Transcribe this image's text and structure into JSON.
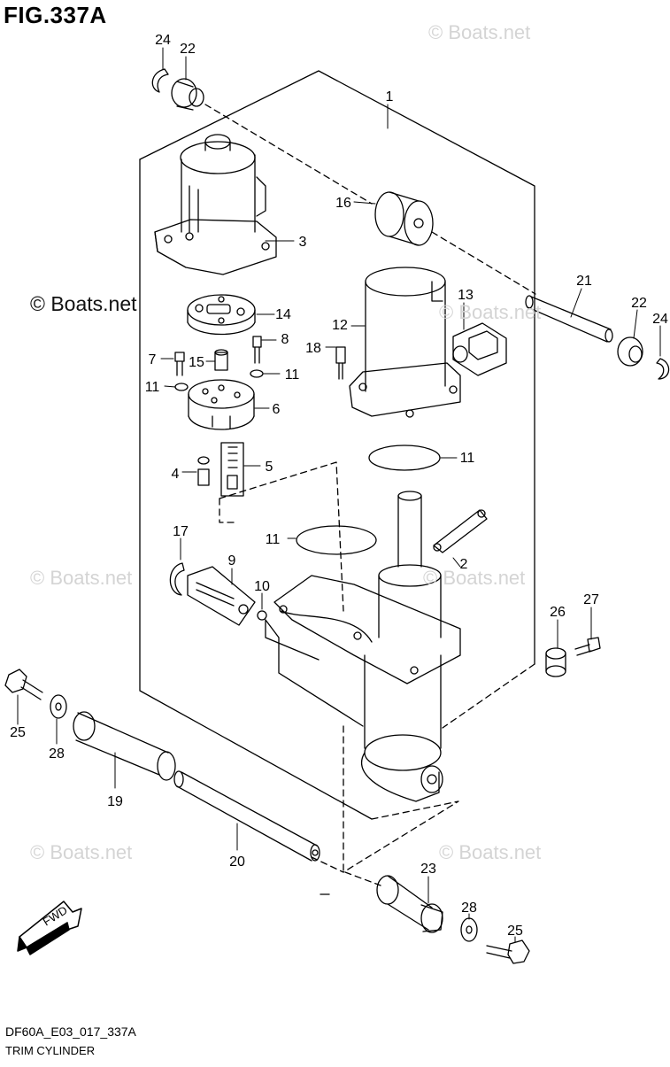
{
  "figure": {
    "title": "FIG.337A",
    "code": "DF60A_E03_017_337A",
    "caption": "TRIM CYLINDER"
  },
  "watermarks": {
    "light": "© Boats.net",
    "dark": "© Boats.net"
  },
  "fwd_arrow": {
    "label": "FWD",
    "icon": "fwd-arrow-icon"
  },
  "callouts": [
    {
      "id": "c24a",
      "label": "24"
    },
    {
      "id": "c22a",
      "label": "22"
    },
    {
      "id": "c1",
      "label": "1"
    },
    {
      "id": "c3",
      "label": "3"
    },
    {
      "id": "c16",
      "label": "16"
    },
    {
      "id": "c21",
      "label": "21"
    },
    {
      "id": "c22b",
      "label": "22"
    },
    {
      "id": "c24b",
      "label": "24"
    },
    {
      "id": "c13",
      "label": "13"
    },
    {
      "id": "c12",
      "label": "12"
    },
    {
      "id": "c14",
      "label": "14"
    },
    {
      "id": "c8",
      "label": "8"
    },
    {
      "id": "c18",
      "label": "18"
    },
    {
      "id": "c7",
      "label": "7"
    },
    {
      "id": "c15",
      "label": "15"
    },
    {
      "id": "c11a",
      "label": "11"
    },
    {
      "id": "c11b",
      "label": "11"
    },
    {
      "id": "c6",
      "label": "6"
    },
    {
      "id": "c11c",
      "label": "11"
    },
    {
      "id": "c4",
      "label": "4"
    },
    {
      "id": "c5",
      "label": "5"
    },
    {
      "id": "c17",
      "label": "17"
    },
    {
      "id": "c11d",
      "label": "11"
    },
    {
      "id": "c2",
      "label": "2"
    },
    {
      "id": "c9",
      "label": "9"
    },
    {
      "id": "c10",
      "label": "10"
    },
    {
      "id": "c27",
      "label": "27"
    },
    {
      "id": "c26",
      "label": "26"
    },
    {
      "id": "c25a",
      "label": "25"
    },
    {
      "id": "c28a",
      "label": "28"
    },
    {
      "id": "c19",
      "label": "19"
    },
    {
      "id": "c20",
      "label": "20"
    },
    {
      "id": "c23",
      "label": "23"
    },
    {
      "id": "c28b",
      "label": "28"
    },
    {
      "id": "c25b",
      "label": "25"
    }
  ]
}
